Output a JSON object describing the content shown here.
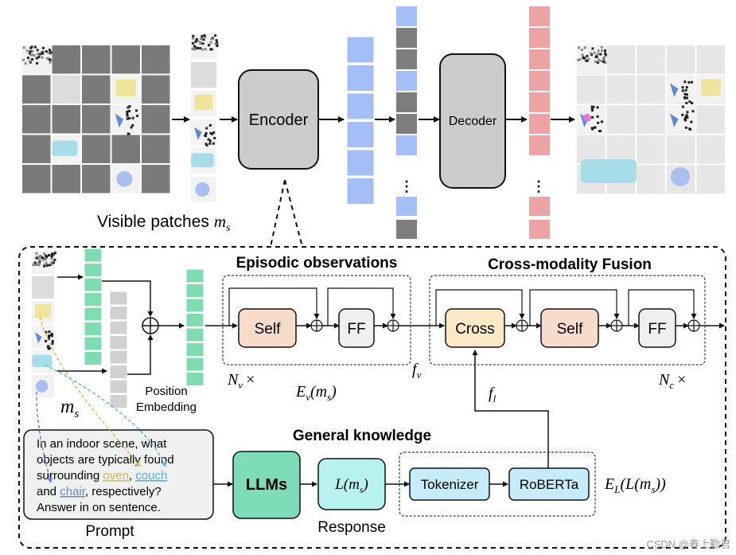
{
  "top": {
    "encoder_label": "Encoder",
    "decoder_label": "Decoder",
    "visible_patches_label": "Visible patches",
    "visible_patches_symbol": "m",
    "visible_patches_sub": "s",
    "ellipsis": "⋮"
  },
  "bottom": {
    "episodic_title": "Episodic observations",
    "fusion_title": "Cross-modality Fusion",
    "general_title": "General knowledge",
    "self_label": "Self",
    "ff_label": "FF",
    "cross_label": "Cross",
    "self2_label": "Self",
    "ff2_label": "FF",
    "position_embedding_line1": "Position",
    "position_embedding_line2": "Embedding",
    "ms_symbol": "m",
    "ms_sub": "s",
    "nv_label": "N",
    "nv_sub": "v",
    "times": "×",
    "nc_label": "N",
    "nc_sub": "c",
    "ev_label": "E",
    "ev_sub": "v",
    "ev_arg": "(m",
    "ev_arg_sub": "s",
    "ev_close": ")",
    "fv_label": "f",
    "fv_sub": "v",
    "fl_label": "f",
    "fl_sub": "l",
    "llms_label": "LLMs",
    "response_box_label": "L(m",
    "response_box_sub": "s",
    "response_box_close": ")",
    "response_label": "Response",
    "tokenizer_label": "Tokenizer",
    "roberta_label": "RoBERTa",
    "el_label": "E",
    "el_sub": "L",
    "el_arg": "(L(m",
    "el_arg_sub": "s",
    "el_close": "))",
    "prompt_label": "Prompt",
    "prompt_line1": "In an indoor scene, what",
    "prompt_line2": "objects are typically found",
    "prompt_line3_a": "surrounding ",
    "prompt_oven": "oven",
    "prompt_comma": ", ",
    "prompt_couch": "couch",
    "prompt_line4_a": "and ",
    "prompt_chair": "chair",
    "prompt_line4_b": ", respectively?",
    "prompt_line5": "Answer in on sentence."
  },
  "watermark": "CSDN @春上勤君",
  "colors": {
    "patch_gray": "#7a7a7a",
    "token_blue": "#a4bff5",
    "token_gray": "#7d7d7d",
    "token_red": "#eba3a3",
    "token_green": "#7fdcb0",
    "token_lightgray": "#d0d0d0",
    "self_fill": "#f7dccb",
    "cross_fill": "#fbe8c6",
    "ff_fill": "#efefef",
    "llm_fill": "#7fdcb8",
    "response_fill": "#b8f2ee",
    "tok_fill": "#c5ecf8",
    "prompt_fill": "#eef1ef",
    "oven": "#d8b94a",
    "couch": "#4fb0d8",
    "chair": "#6b86d8"
  }
}
